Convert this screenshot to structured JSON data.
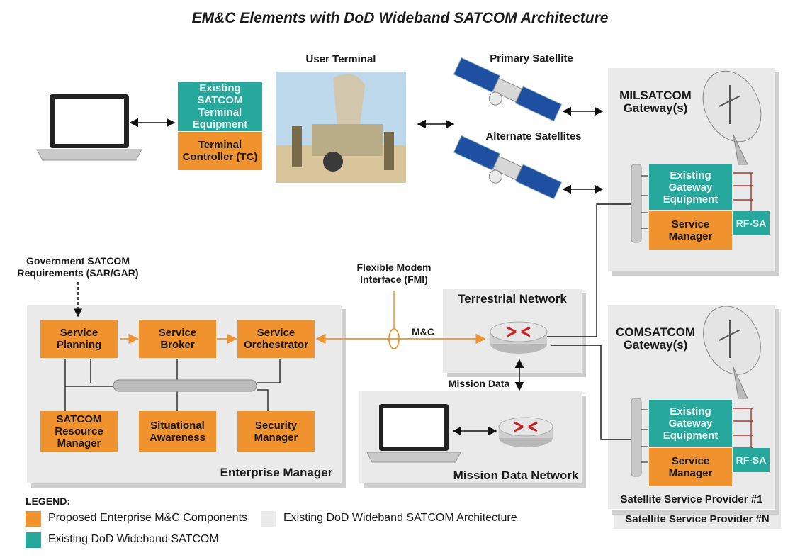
{
  "title": "EM&C Elements with DoD Wideband SATCOM Architecture",
  "colors": {
    "proposed": "#f0922e",
    "existing": "#27a89c",
    "architecture": "#eaeaea"
  },
  "user_terminal": {
    "label": "User Terminal",
    "existing_equipment": "Existing SATCOM\nTerminal\nEquipment",
    "terminal_controller": "Terminal\nController (TC)"
  },
  "satellites": {
    "primary": "Primary Satellite",
    "alternate": "Alternate Satellites"
  },
  "milsatcom": {
    "title": "MILSATCOM\nGateway(s)",
    "gateway_equipment": "Existing\nGateway\nEquipment",
    "service_manager": "Service\nManager",
    "rfsa": "RF-SA"
  },
  "comsatcom": {
    "title": "COMSATCOM\nGateway(s)",
    "gateway_equipment": "Existing\nGateway\nEquipment",
    "service_manager": "Service\nManager",
    "rfsa": "RF-SA",
    "provider1": "Satellite Service Provider #1",
    "providerN": "Satellite Service Provider #N"
  },
  "requirements": "Government SATCOM\nRequirements (SAR/GAR)",
  "fmi": "Flexible Modem\nInterface (FMI)",
  "mc": "M&C",
  "terrestrial": "Terrestrial Network",
  "mission_data": "Mission Data",
  "mission_network": "Mission Data Network",
  "enterprise": {
    "label": "Enterprise Manager",
    "planning": "Service\nPlanning",
    "broker": "Service\nBroker",
    "orchestrator": "Service\nOrchestrator",
    "resource": "SATCOM\nResource\nManager",
    "awareness": "Situational\nAwareness",
    "security": "Security\nManager"
  },
  "legend": {
    "title": "LEGEND:",
    "proposed": "Proposed Enterprise M&C Components",
    "existing": "Existing DoD Wideband SATCOM",
    "architecture": "Existing DoD Wideband SATCOM Architecture"
  },
  "icons": [
    "laptop-icon",
    "field-terminal-photo",
    "satellite-icon",
    "satellite-dish-icon",
    "router-icon",
    "server-rack-icon"
  ]
}
